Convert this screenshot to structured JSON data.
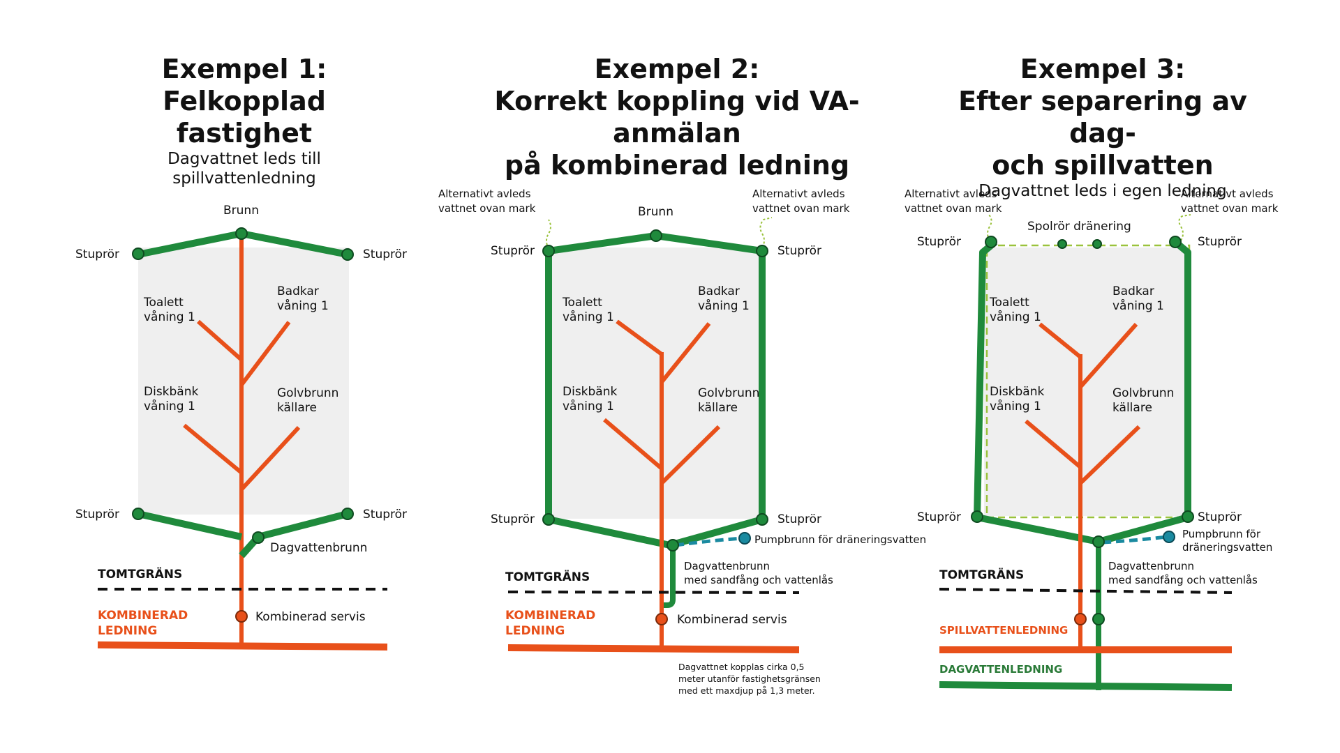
{
  "colors": {
    "green": "#1f8a3c",
    "orange": "#e8501a",
    "blue": "#1a8aa0",
    "lime": "#9ac23c",
    "house": "#efefef"
  },
  "example1": {
    "title_line1": "Exempel 1:",
    "title_line2": "Felkopplad fastighet",
    "subtitle_line1": "Dagvattnet leds till",
    "subtitle_line2": "spillvattenledning",
    "brunn": "Brunn",
    "stupror": "Stuprör",
    "toalett_l1": "Toalett",
    "toalett_l2": "våning 1",
    "badkar_l1": "Badkar",
    "badkar_l2": "våning 1",
    "diskbank_l1": "Diskbänk",
    "diskbank_l2": "våning 1",
    "golvbrunn_l1": "Golvbrunn",
    "golvbrunn_l2": "källare",
    "dagvattenbrunn": "Dagvattenbrunn",
    "tomtgrans": "TOMTGRÄNS",
    "kombinerad_l1": "KOMBINERAD",
    "kombinerad_l2": "LEDNING",
    "kombinerad_servis": "Kombinerad servis"
  },
  "example2": {
    "title_line1": "Exempel 2:",
    "title_line2": "Korrekt koppling vid VA-anmälan",
    "title_line3": "på kombinerad ledning",
    "alt_l1": "Alternativt avleds",
    "alt_l2": "vattnet ovan mark",
    "brunn": "Brunn",
    "stupror": "Stuprör",
    "toalett_l1": "Toalett",
    "toalett_l2": "våning 1",
    "badkar_l1": "Badkar",
    "badkar_l2": "våning 1",
    "diskbank_l1": "Diskbänk",
    "diskbank_l2": "våning 1",
    "golvbrunn_l1": "Golvbrunn",
    "golvbrunn_l2": "källare",
    "pumpbrunn": "Pumpbrunn för dräneringsvatten",
    "dagvattenbrunn_l1": "Dagvattenbrunn",
    "dagvattenbrunn_l2": "med sandfång och vattenlås",
    "tomtgrans": "TOMTGRÄNS",
    "kombinerad_l1": "KOMBINERAD",
    "kombinerad_l2": "LEDNING",
    "kombinerad_servis": "Kombinerad servis",
    "note_l1": "Dagvattnet kopplas cirka 0,5",
    "note_l2": "meter utanför fastighetsgränsen",
    "note_l3": "med ett maxdjup på 1,3 meter."
  },
  "example3": {
    "title_line1": "Exempel 3:",
    "title_line2": "Efter separering av dag-",
    "title_line3": "och spillvatten",
    "subtitle": "Dagvattnet leds i egen ledning",
    "alt_l1": "Alternativt avleds",
    "alt_l2": "vattnet ovan mark",
    "spolror": "Spolrör dränering",
    "stupror": "Stuprör",
    "toalett_l1": "Toalett",
    "toalett_l2": "våning 1",
    "badkar_l1": "Badkar",
    "badkar_l2": "våning 1",
    "diskbank_l1": "Diskbänk",
    "diskbank_l2": "våning 1",
    "golvbrunn_l1": "Golvbrunn",
    "golvbrunn_l2": "källare",
    "pumpbrunn_l1": "Pumpbrunn för",
    "pumpbrunn_l2": "dräneringsvatten",
    "dagvattenbrunn_l1": "Dagvattenbrunn",
    "dagvattenbrunn_l2": "med sandfång och vattenlås",
    "tomtgrans": "TOMTGRÄNS",
    "spillvattenledning": "SPILLVATTENLEDNING",
    "dagvattenledning": "DAGVATTENLEDNING"
  }
}
